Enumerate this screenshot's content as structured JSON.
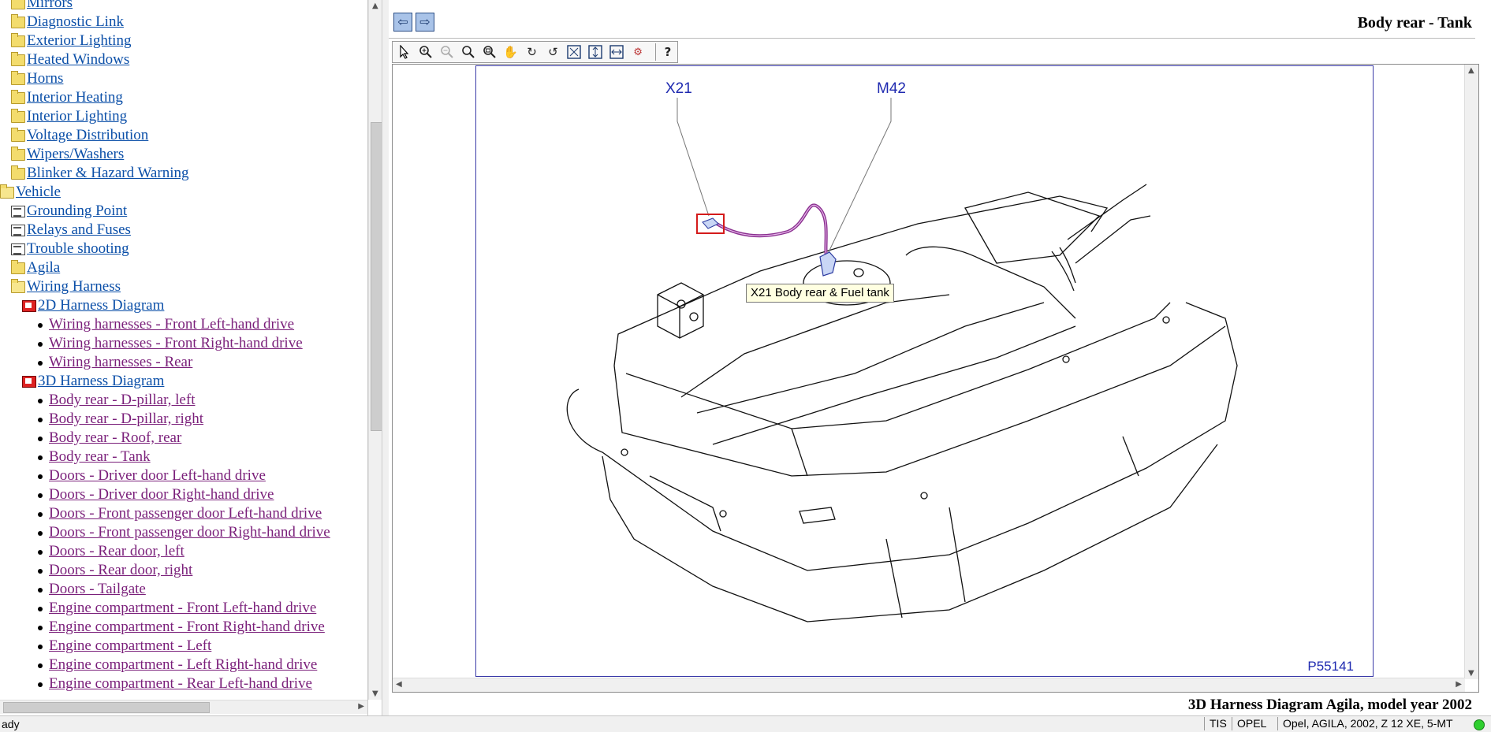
{
  "tree": {
    "items": [
      {
        "label": "Mirrors",
        "level": 1,
        "icon": "folder-icon"
      },
      {
        "label": "Diagnostic Link",
        "level": 1,
        "icon": "folder-icon"
      },
      {
        "label": "Exterior Lighting",
        "level": 1,
        "icon": "folder-icon"
      },
      {
        "label": "Heated Windows",
        "level": 1,
        "icon": "folder-icon"
      },
      {
        "label": "Horns",
        "level": 1,
        "icon": "folder-icon"
      },
      {
        "label": "Interior Heating",
        "level": 1,
        "icon": "folder-icon"
      },
      {
        "label": "Interior Lighting",
        "level": 1,
        "icon": "folder-icon"
      },
      {
        "label": "Voltage Distribution",
        "level": 1,
        "icon": "folder-icon"
      },
      {
        "label": "Wipers/Washers",
        "level": 1,
        "icon": "folder-icon"
      },
      {
        "label": "Blinker & Hazard Warning",
        "level": 1,
        "icon": "folder-icon"
      },
      {
        "label": "Vehicle",
        "level": 0,
        "icon": "folder-open-icon"
      },
      {
        "label": "Grounding Point",
        "level": 1,
        "icon": "book-icon"
      },
      {
        "label": "Relays and Fuses",
        "level": 1,
        "icon": "book-icon"
      },
      {
        "label": "Trouble shooting",
        "level": 1,
        "icon": "book-icon"
      },
      {
        "label": "Agila",
        "level": 1,
        "icon": "folder-icon"
      },
      {
        "label": "Wiring Harness",
        "level": 1,
        "icon": "folder-open-icon"
      },
      {
        "label": "2D Harness Diagram",
        "level": 2,
        "icon": "red-book-icon"
      },
      {
        "label": "Wiring harnesses - Front Left-hand drive",
        "level": 3,
        "icon": "bullet-icon"
      },
      {
        "label": "Wiring harnesses - Front Right-hand drive",
        "level": 3,
        "icon": "bullet-icon"
      },
      {
        "label": "Wiring harnesses - Rear",
        "level": 3,
        "icon": "bullet-icon"
      },
      {
        "label": "3D Harness Diagram",
        "level": 2,
        "icon": "red-book-icon"
      },
      {
        "label": "Body rear - D-pillar, left",
        "level": 3,
        "icon": "bullet-icon"
      },
      {
        "label": "Body rear - D-pillar, right",
        "level": 3,
        "icon": "bullet-icon"
      },
      {
        "label": "Body rear - Roof, rear",
        "level": 3,
        "icon": "bullet-icon"
      },
      {
        "label": "Body rear - Tank",
        "level": 3,
        "icon": "bullet-icon"
      },
      {
        "label": "Doors - Driver door Left-hand drive",
        "level": 3,
        "icon": "bullet-icon"
      },
      {
        "label": "Doors - Driver door Right-hand drive",
        "level": 3,
        "icon": "bullet-icon"
      },
      {
        "label": "Doors - Front passenger door Left-hand drive",
        "level": 3,
        "icon": "bullet-icon"
      },
      {
        "label": "Doors - Front passenger door Right-hand drive",
        "level": 3,
        "icon": "bullet-icon"
      },
      {
        "label": "Doors - Rear door, left",
        "level": 3,
        "icon": "bullet-icon"
      },
      {
        "label": "Doors - Rear door, right",
        "level": 3,
        "icon": "bullet-icon"
      },
      {
        "label": "Doors - Tailgate",
        "level": 3,
        "icon": "bullet-icon"
      },
      {
        "label": "Engine compartment - Front Left-hand drive",
        "level": 3,
        "icon": "bullet-icon"
      },
      {
        "label": "Engine compartment - Front Right-hand drive",
        "level": 3,
        "icon": "bullet-icon"
      },
      {
        "label": "Engine compartment - Left",
        "level": 3,
        "icon": "bullet-icon"
      },
      {
        "label": "Engine compartment - Left Right-hand drive",
        "level": 3,
        "icon": "bullet-icon"
      },
      {
        "label": "Engine compartment - Rear Left-hand drive",
        "level": 3,
        "icon": "bullet-icon"
      }
    ]
  },
  "header": {
    "back_icon": "back-arrow-icon",
    "forward_icon": "forward-arrow-icon",
    "title": "Body rear - Tank"
  },
  "toolbar": {
    "tools": [
      "select-arrow-icon",
      "zoom-in-icon",
      "zoom-out-icon",
      "zoom-icon",
      "zoom-window-icon",
      "pan-hand-icon",
      "rotate-cw-icon",
      "rotate-ccw-icon",
      "fit-all-icon",
      "fit-height-icon",
      "fit-width-icon",
      "settings-icon",
      "help-icon"
    ]
  },
  "drawing": {
    "labels": {
      "x21": "X21",
      "m42": "M42"
    },
    "tooltip": "X21 Body rear & Fuel tank",
    "image_id": "P55141",
    "highlight_color": "#d41b1b",
    "harness_color": "#8a2f8f",
    "label_color": "#1f2ab0"
  },
  "footer": {
    "title": "3D Harness Diagram Agila, model year 2002"
  },
  "status": {
    "left": "ady",
    "cells": [
      "TIS",
      "OPEL",
      "Opel, AGILA, 2002, Z 12 XE, 5-MT"
    ]
  }
}
